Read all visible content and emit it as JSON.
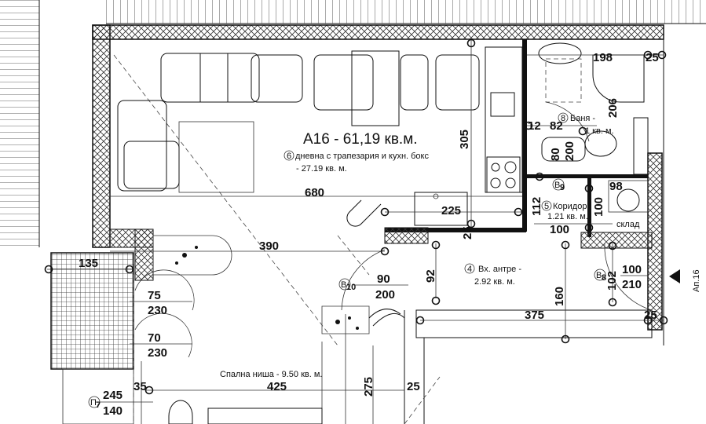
{
  "plan": {
    "apartment_title": "А16 - 61,19 кв.м.",
    "entrance_label": "Ап.16",
    "rooms": {
      "living": {
        "num": "6",
        "name": "дневна с трапезария и  кухн.  бокс",
        "area": "- 27.19 кв. м."
      },
      "bathroom": {
        "num": "8",
        "name": "Баня -",
        "area": "1 кв. м."
      },
      "corridor": {
        "num": "5",
        "name": "Коридор",
        "area": "1.21 кв. м."
      },
      "entry": {
        "num": "4",
        "name": "Вх. антре -",
        "area": "2.92 кв. м."
      },
      "bedroom": {
        "name": "Спална ниша - 9.50 кв. м."
      },
      "storage": {
        "name": "склад"
      }
    },
    "dimensions": {
      "d305": "305",
      "d680": "680",
      "d225": "225",
      "d390": "390",
      "d135": "135",
      "d92": "92",
      "d160": "160",
      "d375": "375",
      "d25a": "25",
      "d25b": "25",
      "d25c": "25",
      "d25d": "25",
      "d198": "198",
      "d206": "206",
      "d82": "82",
      "d12": "12",
      "d112": "112",
      "d100a": "100",
      "d98": "98",
      "d100b": "100",
      "d102": "102",
      "d425": "425",
      "d275": "275",
      "d35": "35"
    },
    "doors": [
      {
        "tag": "В",
        "sub": "10",
        "width": "90",
        "height": "200"
      },
      {
        "tag": "В",
        "sub": "8",
        "width": "100",
        "height": "210"
      },
      {
        "tag": "В",
        "sub": "9",
        "width": "80",
        "height": "200"
      }
    ],
    "windows": [
      {
        "width": "75",
        "height": "230"
      },
      {
        "width": "70",
        "height": "230"
      },
      {
        "tag": "П",
        "sub": "7",
        "width": "245",
        "height": "140"
      }
    ]
  }
}
